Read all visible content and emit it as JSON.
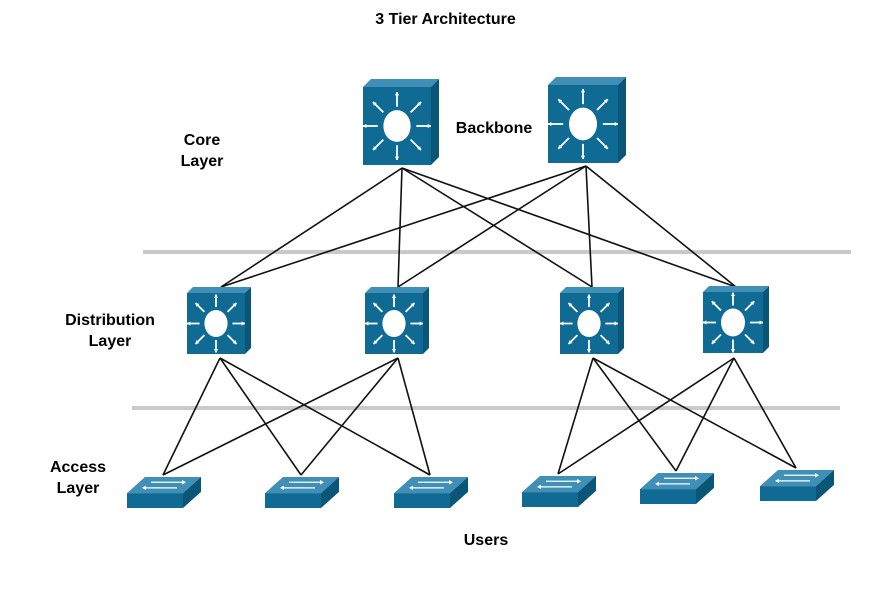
{
  "title": "3 Tier Architecture",
  "labels": {
    "backbone": "Backbone",
    "core_line1": "Core",
    "core_line2": "Layer",
    "distribution_line1": "Distribution",
    "distribution_line2": "Layer",
    "access_line1": "Access",
    "access_line2": "Layer",
    "users": "Users"
  },
  "colors": {
    "device_front": "#0f6a94",
    "device_top": "#3f8fb6",
    "device_side": "#0a5677",
    "device_symbol": "#ffffff",
    "link": "#111111",
    "divider": "#c9c9c9"
  },
  "icons": {
    "core_device": "multilayer-switch-icon",
    "distribution_device": "multilayer-switch-icon",
    "access_device": "workgroup-switch-icon"
  },
  "links": [
    [
      "core-1",
      "dist-1"
    ],
    [
      "core-1",
      "dist-2"
    ],
    [
      "core-1",
      "dist-3"
    ],
    [
      "core-1",
      "dist-4"
    ],
    [
      "core-2",
      "dist-1"
    ],
    [
      "core-2",
      "dist-2"
    ],
    [
      "core-2",
      "dist-3"
    ],
    [
      "core-2",
      "dist-4"
    ],
    [
      "dist-1",
      "access-1"
    ],
    [
      "dist-1",
      "access-2"
    ],
    [
      "dist-1",
      "access-3"
    ],
    [
      "dist-2",
      "access-1"
    ],
    [
      "dist-2",
      "access-2"
    ],
    [
      "dist-2",
      "access-3"
    ],
    [
      "dist-3",
      "access-4"
    ],
    [
      "dist-3",
      "access-5"
    ],
    [
      "dist-3",
      "access-6"
    ],
    [
      "dist-4",
      "access-4"
    ],
    [
      "dist-4",
      "access-5"
    ],
    [
      "dist-4",
      "access-6"
    ]
  ]
}
